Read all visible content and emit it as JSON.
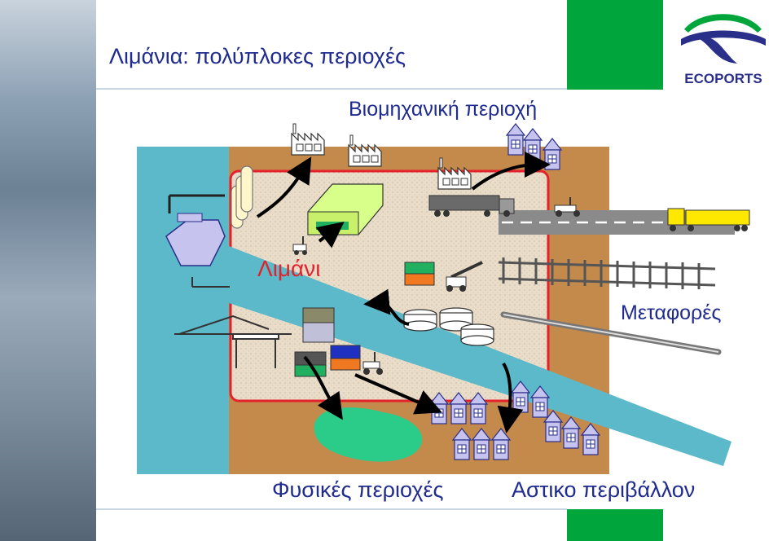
{
  "title": "Λιμάνια: πολύπλοκες περιοχές",
  "labels": {
    "industrial": "Βιομηχανική περιοχή",
    "port": "Λιμάνι",
    "transport": "Μεταφορές",
    "natural": "Φυσικές περιοχές",
    "urban": "Αστικο περιβάλλον"
  },
  "logo": {
    "text": "ECOPORTS"
  },
  "colors": {
    "title": "#1f2b8f",
    "water": "#5bb9c9",
    "land": "#c48a4c",
    "port_area": "#e8dccb",
    "port_border": "#e3222b",
    "accent_green": "#00a63c"
  },
  "icons": [
    "factory-icon",
    "house-icon",
    "truck-icon",
    "crane-icon",
    "ship-icon",
    "tank-icon",
    "container-icon",
    "railway-icon",
    "pipeline-icon",
    "forklift-icon",
    "lake-icon",
    "warehouse-icon",
    "silo-icon"
  ]
}
